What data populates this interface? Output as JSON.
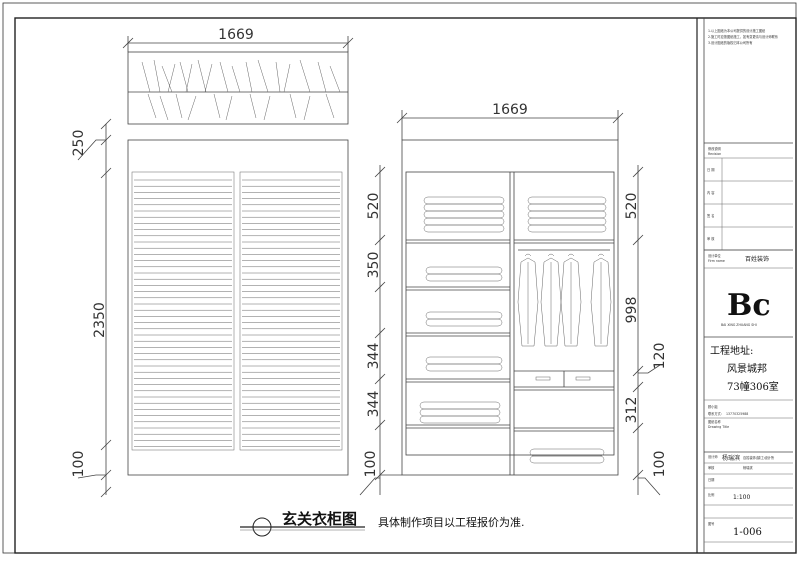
{
  "left_view": {
    "width_dim": "1669",
    "top_height_dim": "250",
    "main_height_dim": "2350",
    "bottom_height_dim": "100"
  },
  "right_view": {
    "width_dim": "1669",
    "left_column_dims": [
      "520",
      "350",
      "344",
      "344"
    ],
    "right_column_dims": [
      "520",
      "998",
      "120",
      "312"
    ],
    "bottom_dim": "100",
    "bottom_dim_right": "100"
  },
  "drawing_title": "玄关衣柜图",
  "drawing_note": "具体制作项目以工程报价为准.",
  "title_block": {
    "notes": [
      "1.以上图纸为本公司提供的设计施工图纸",
      "2.施工时应按图纸施工，如有变更请与设计师联系",
      "3.设计图纸的版权归本公司所有"
    ],
    "revision_label": "修改说明",
    "revision_sub": "Revision",
    "rev_rows": [
      "日 期",
      "内 容",
      "签 名",
      "审 核"
    ],
    "company_label": "设计单位",
    "company_sub": "Firm name",
    "company_name": "百姓装饰",
    "logo_text": "Bc",
    "logo_sub": "BAI XING ZHUANG SHI",
    "address_label": "工程地址:",
    "address_line1": "风景城邦",
    "address_line2": "73幢306室",
    "client_label": "顾小姐",
    "contact_label": "联系方式:",
    "contact_value": "13770325988",
    "drawing_no_label": "图纸名称",
    "drawing_no_sub": "Drawing Title",
    "designer_label": "设计师",
    "designer_name": "杨瑞滨",
    "designer_extra": "百姓装饰(镇江)设计所",
    "checker_label": "审核",
    "checker_name": "杨瑞滨",
    "date_label": "日期",
    "scale_label": "比例",
    "scale_value": "1:100",
    "sheet_label": "图号",
    "sheet_value": "1-006"
  }
}
